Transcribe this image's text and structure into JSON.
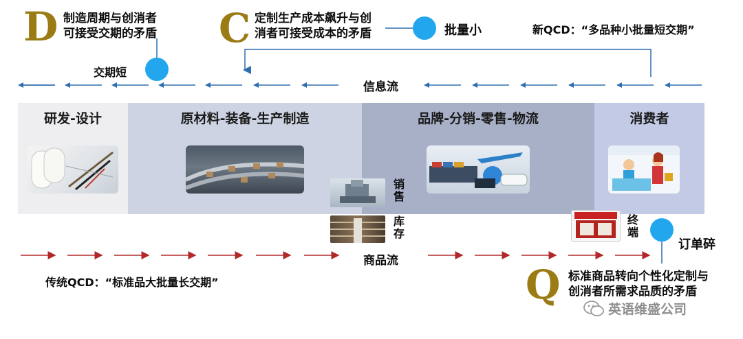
{
  "labels": {
    "D": {
      "letter": "D",
      "text_line1": "制造周期与创消者",
      "text_line2": "可接受交期的矛盾"
    },
    "C": {
      "letter": "C",
      "text_line1": "定制生产成本飙升与创",
      "text_line2": "消者可接受成本的矛盾"
    },
    "batch_small": "批量小",
    "new_qcd": "新QCD：“多品种小批量短交期”",
    "delivery_short": "交期短",
    "info_flow": "信息流",
    "goods_flow": "商品流",
    "traditional_qcd": "传统QCD：“标准品大批量长交期”",
    "Q": {
      "letter": "Q",
      "text_line1": "标准商品转向个性化定制与",
      "text_line2": "创消者所需求品质的矛盾"
    },
    "order_fragment": "订单碎",
    "sales": "销售",
    "inventory": "库存",
    "terminal": "终端",
    "watermark": "英语维盛公司"
  },
  "stages": [
    {
      "label": "研发-设计"
    },
    {
      "label": "原材料-装备-生产制造"
    },
    {
      "label": "品牌-分销-零售-物流"
    },
    {
      "label": "消费者"
    }
  ],
  "colors": {
    "accent_gold": "#9a7b14",
    "dot_blue": "#22a7ef",
    "info_arrow": "#2e6fb0",
    "goods_arrow": "#b0282a",
    "stage1_bg": "#eeeef1",
    "stage2_bg": "#cdd3e2",
    "stage3_bg": "#a8b0c8",
    "stage4_bg": "#c2cae6"
  }
}
